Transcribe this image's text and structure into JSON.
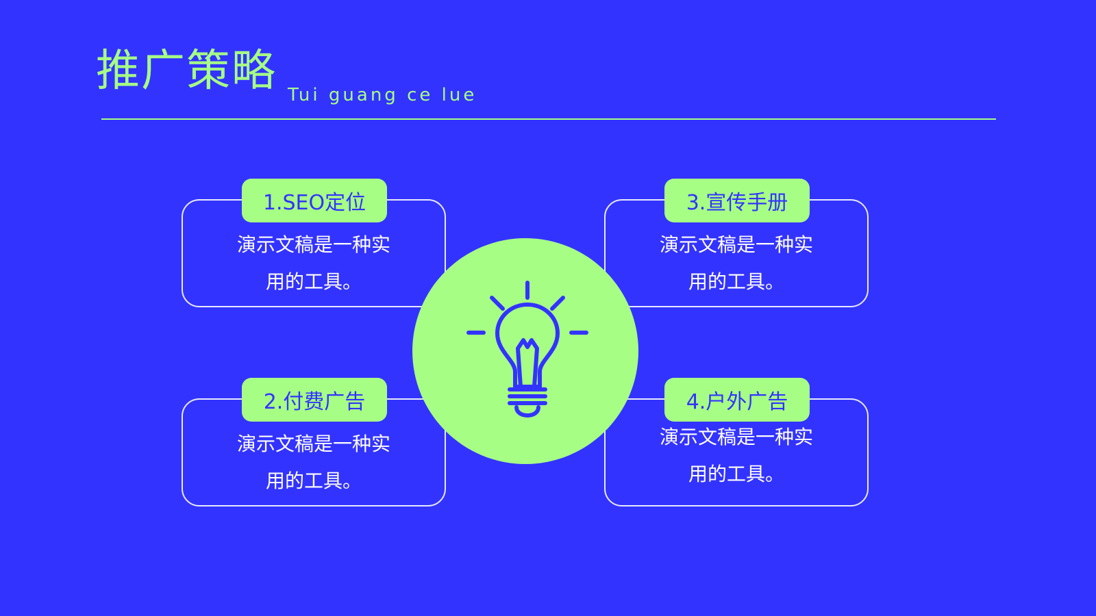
{
  "slide": {
    "title_cn": "推广策略",
    "title_en": "Tui guang ce lue",
    "colors": {
      "background": "#3333ff",
      "accent": "#a6ff84",
      "card_border": "#e7eaff",
      "text": "#ffffff"
    }
  },
  "cards": [
    {
      "label": "1.SEO定位",
      "line1": "演示文稿是一种实",
      "line2": "用的工具。"
    },
    {
      "label": "2.付费广告",
      "line1": "演示文稿是一种实",
      "line2": "用的工具。"
    },
    {
      "label": "3.宣传手册",
      "line1": "演示文稿是一种实",
      "line2": "用的工具。"
    },
    {
      "label": "4.户外广告",
      "line1": "演示文稿是一种实",
      "line2": "用的工具。"
    }
  ],
  "center": {
    "icon": "lightbulb-icon"
  }
}
